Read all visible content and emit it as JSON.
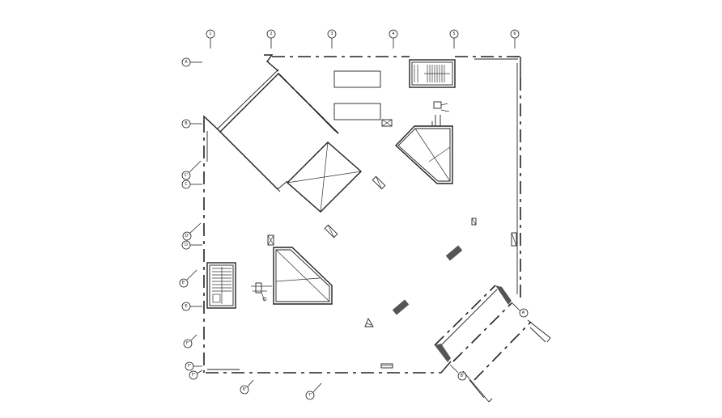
{
  "grid_bubbles_top": [
    "1",
    "2",
    "3",
    "4",
    "5",
    "6"
  ],
  "grid_bubbles_left": [
    "A",
    "B",
    "C'",
    "C",
    "D'",
    "D",
    "E'",
    "E",
    "F'",
    "F'",
    "F'"
  ],
  "grid_bubbles_bottom": [
    "6'",
    "7'"
  ],
  "grid_bubbles_wing": [
    "A'",
    "B'"
  ]
}
